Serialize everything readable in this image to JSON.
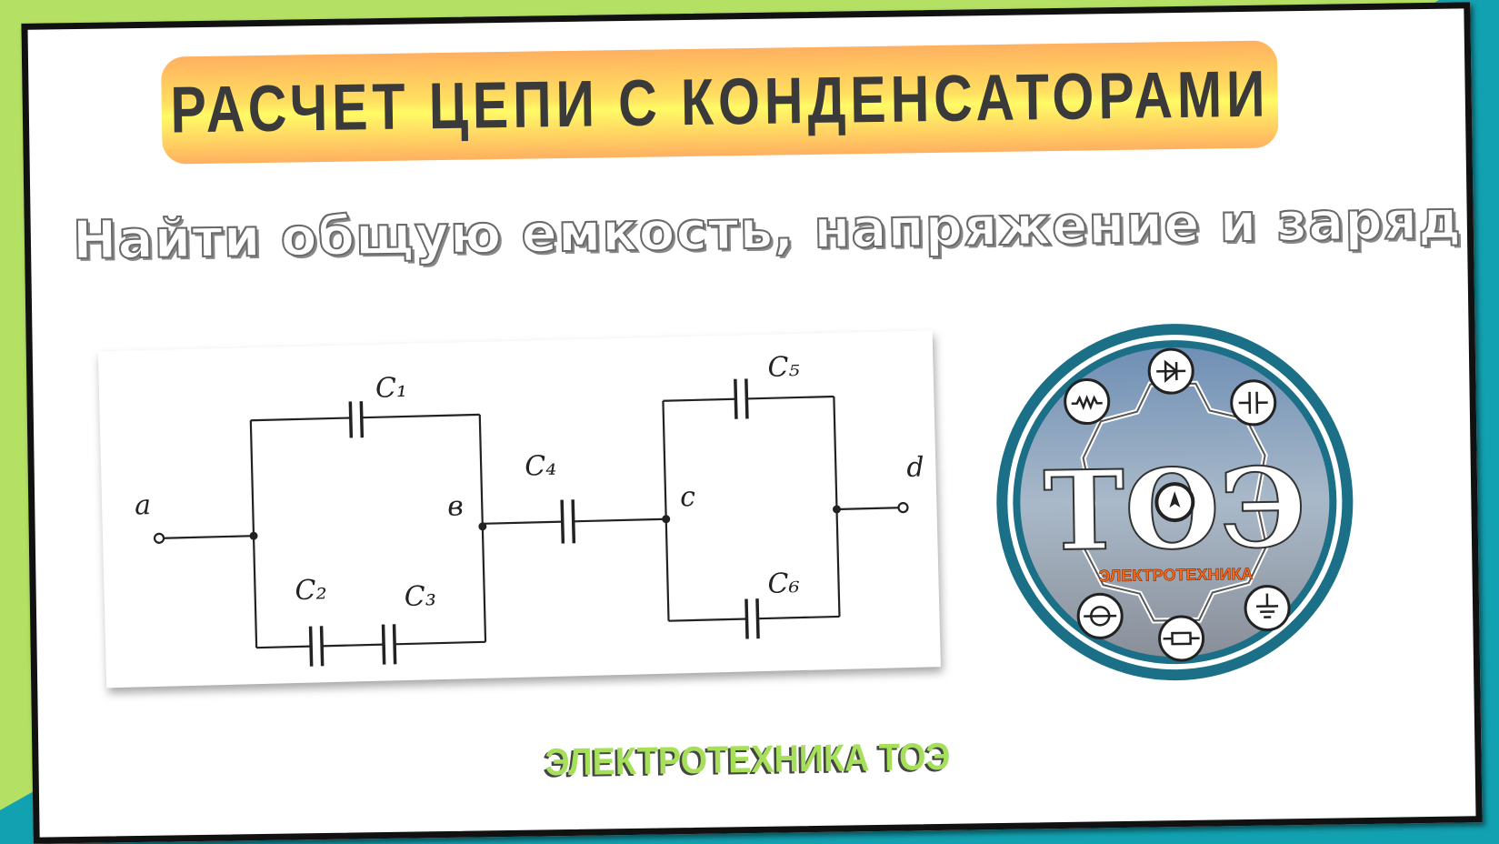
{
  "colors": {
    "background_left": "#b4e063",
    "background_right": "#12a1b1",
    "card_border": "#111111",
    "title_gradient_top": "#ffb060",
    "title_gradient_mid": "#fffb66",
    "title_text": "#3a3a3a",
    "footer_text": "#a6e05a",
    "logo_ring": "#1b6f86",
    "logo_orange_text": "#ff6a1a"
  },
  "header": {
    "title": "РАСЧЕТ ЦЕПИ С КОНДЕНСАТОРАМИ",
    "subtitle": "Найти общую емкость, напряжение и заряд"
  },
  "circuit": {
    "nodes": [
      "a",
      "в",
      "c",
      "d"
    ],
    "capacitors": [
      "C1",
      "C2",
      "C3",
      "C4",
      "C5",
      "C6"
    ],
    "labels": {
      "c1": "C₁",
      "c2": "C₂",
      "c3": "C₃",
      "c4": "C₄",
      "c5": "C₅",
      "c6": "C₆",
      "a": "a",
      "b": "в",
      "c": "c",
      "d": "d"
    }
  },
  "logo": {
    "main_text": "ТОЭ",
    "sub_text": "ЭЛЕКТРОТЕХНИКА",
    "icons": [
      "resistor-wave-icon",
      "diode-icon",
      "capacitor-icon",
      "ground-icon",
      "resistor-icon",
      "generator-icon",
      "ammeter-icon"
    ]
  },
  "footer": {
    "text": "ЭЛЕКТРОТЕХНИКА ТОЭ"
  }
}
